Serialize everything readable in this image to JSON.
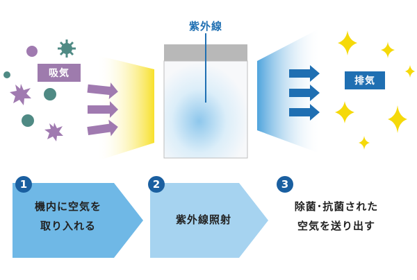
{
  "labels": {
    "intake": "吸気",
    "uv": "紫外線",
    "exhaust": "排気"
  },
  "steps": [
    {
      "number": "1",
      "text_line1": "機内に空気を",
      "text_line2": "取り入れる"
    },
    {
      "number": "2",
      "text_line1": "紫外線照射"
    },
    {
      "number": "3",
      "text_line1": "除菌･抗菌された",
      "text_line2": "空気を送り出す"
    }
  ],
  "colors": {
    "intake_tag": "#9e7bad",
    "exhaust_tag": "#1f6fb2",
    "badge": "#1a5fa0",
    "germ_purple": "#a07ab0",
    "germ_teal": "#4f8a84",
    "arrow_purple": "#a07ab0",
    "arrow_blue": "#1f6fb2",
    "intake_glow": "#f7e02a",
    "exhaust_glow": "#5aa9dd",
    "sparkle": "#f5d90a",
    "step1_fill": "#6fb8e6",
    "step2_fill": "#a6d3f0",
    "step3_fill": "#ffffff"
  },
  "icons": {
    "germs": "germ-icon",
    "sparkles": "sparkle-icon",
    "uv_unit": "uv-device-icon"
  }
}
